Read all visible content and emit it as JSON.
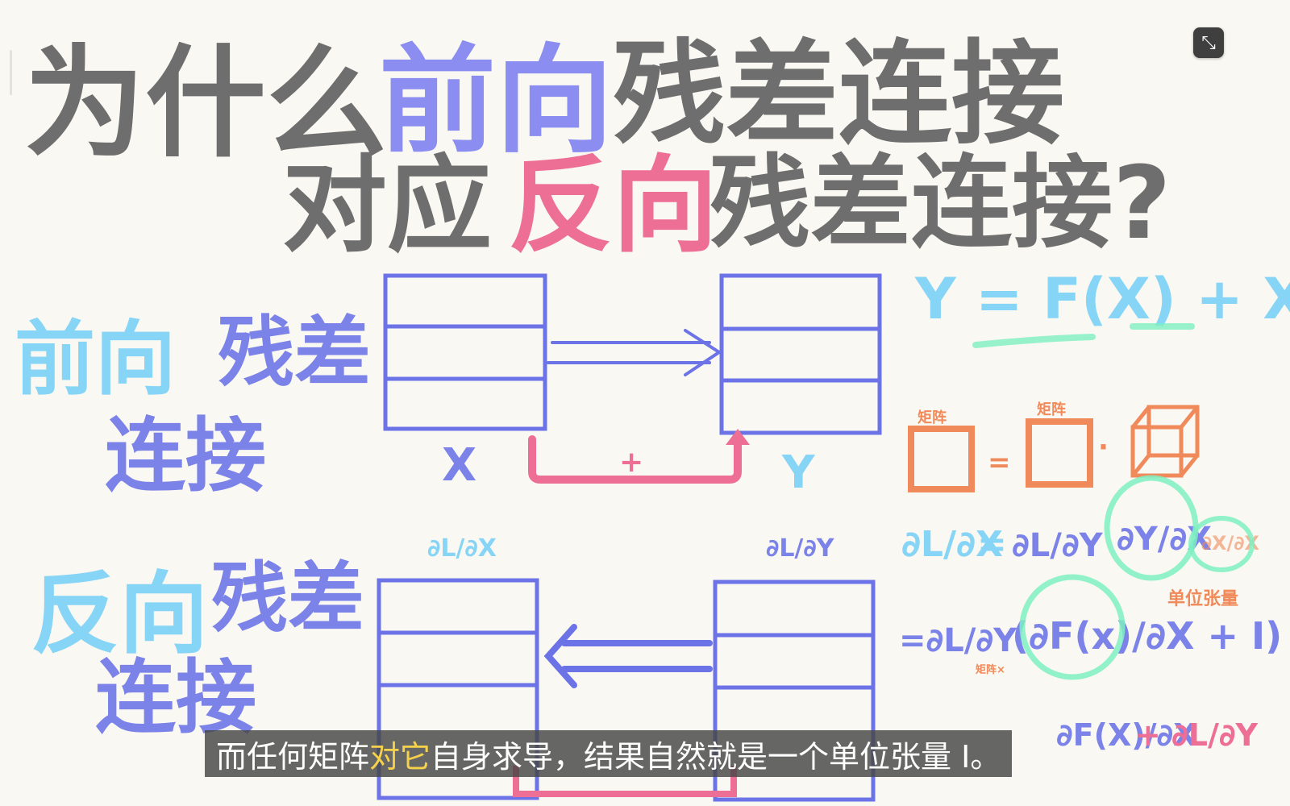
{
  "window": {
    "minimize_icon": "minimize-arrows-icon",
    "minimize_glyph": "⤡"
  },
  "title": {
    "line1_a": "为什么",
    "line1_b": "前向",
    "line1_c": "残差连接",
    "line2_a": "对应",
    "line2_b": "反向",
    "line2_c": "残差连接?"
  },
  "forward": {
    "label_1": "前向",
    "label_2": "残差",
    "label_3": "连接",
    "x_label": "X",
    "y_label": "Y",
    "plus": "+"
  },
  "backward": {
    "label_1": "反向",
    "label_2": "残差",
    "label_3": "连接",
    "grad_left": "∂L/∂X",
    "grad_right": "∂L/∂Y"
  },
  "formulas": {
    "residual": "Y = F(X) + X",
    "matrix_label_1": "矩阵",
    "matrix_label_2": "矩阵",
    "equals": "=",
    "dot": "·",
    "chain_rule_lhs": "∂L/∂X",
    "chain_rule_rhs_a": "∂L/∂Y",
    "chain_rule_rhs_b": "∂Y/∂X",
    "chain_rule_rhs_c": "∂X/∂X",
    "unit_tensor_note": "单位张量",
    "expand_a": "=∂L/∂Y",
    "expand_b": "(∂F(x)/∂X + I)",
    "expand_c": "∂F(X)/∂X",
    "expand_d": "+ ∂L/∂Y",
    "small_note": "矩阵×"
  },
  "subtitle": {
    "before": "而任何矩阵",
    "highlight": "对它",
    "after": "自身求导，结果自然就是一个单位张量 I。"
  },
  "colors": {
    "gray": "#6e6e6e",
    "blue": "#7b82e8",
    "pink": "#ee6f96",
    "cyan": "#86d4f6",
    "orange": "#f08a5a",
    "glow_green": "#7ef0c2",
    "subtitle_highlight": "#f6d24a"
  }
}
